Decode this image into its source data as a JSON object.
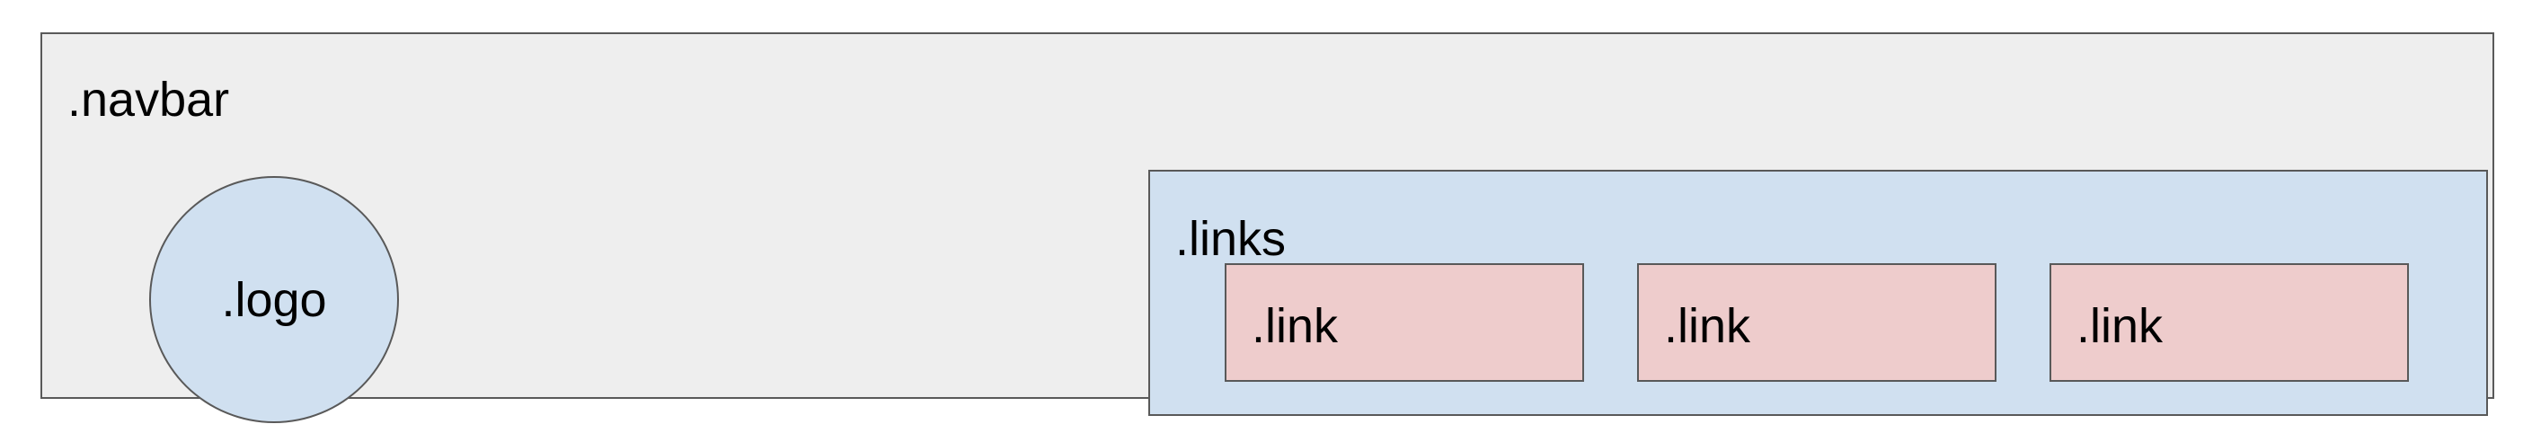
{
  "navbar": {
    "label": ".navbar"
  },
  "logo": {
    "label": ".logo"
  },
  "links": {
    "label": ".links",
    "items": [
      {
        "label": ".link"
      },
      {
        "label": ".link"
      },
      {
        "label": ".link"
      }
    ]
  },
  "colors": {
    "navbar_fill": "#eeeeee",
    "logo_fill": "#d0e0f0",
    "links_fill": "#d0e0f0",
    "link_fill": "#eecccc",
    "border": "#595959",
    "text": "#000000"
  }
}
